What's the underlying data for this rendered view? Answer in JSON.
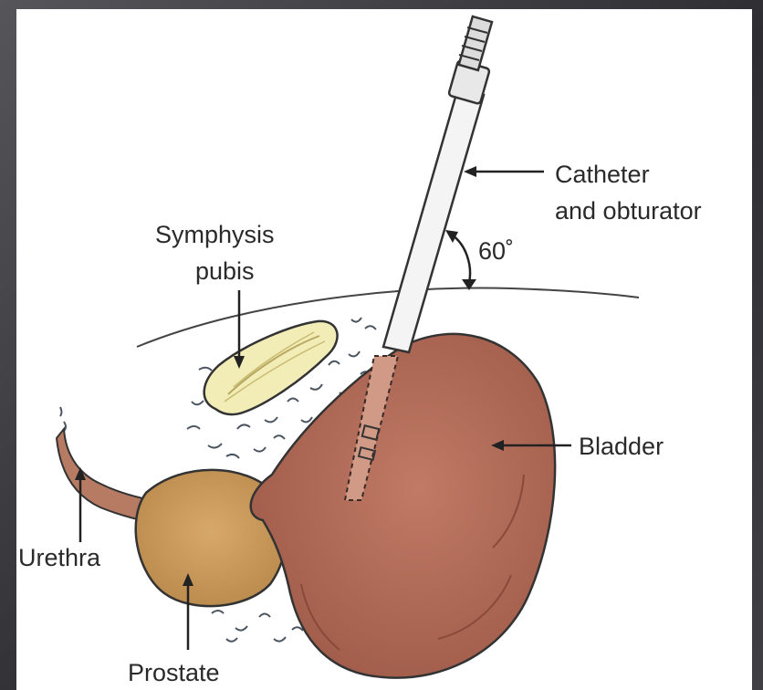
{
  "labels": {
    "catheter_line1": "Catheter",
    "catheter_line2": "and obturator",
    "angle": "60˚",
    "symphysis_line1": "Symphysis",
    "symphysis_line2": "pubis",
    "bladder": "Bladder",
    "urethra": "Urethra",
    "prostate": "Prostate"
  },
  "colors": {
    "bladder": "#b06a58",
    "prostate": "#c99a5c",
    "bone": "#f2ecb6",
    "line": "#222222"
  }
}
